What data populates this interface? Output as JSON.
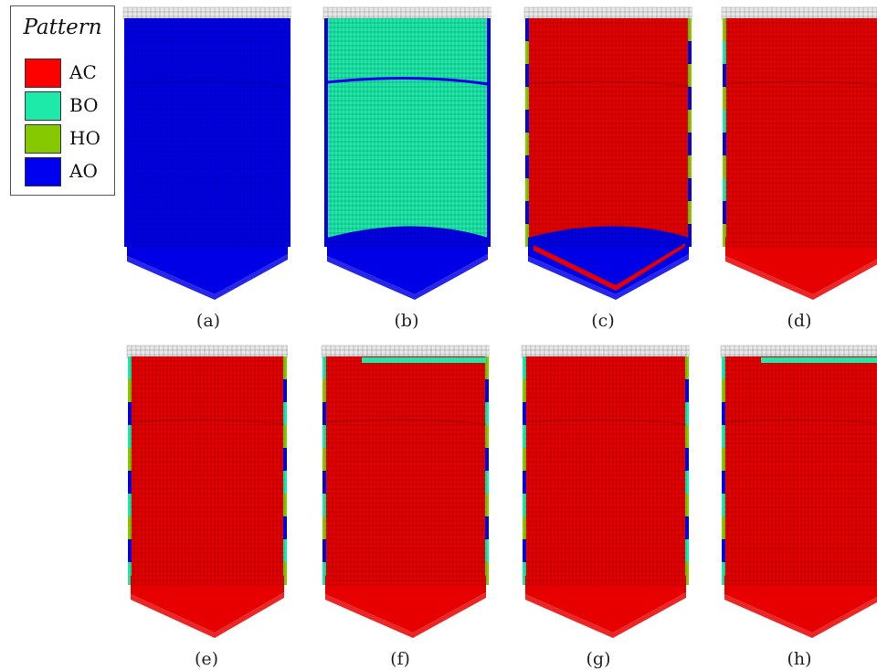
{
  "legend": {
    "title": "Pattern",
    "entries": [
      {
        "label": "AC",
        "color": "#ff0000"
      },
      {
        "label": "BO",
        "color": "#1de9a8"
      },
      {
        "label": "HO",
        "color": "#86c900"
      },
      {
        "label": "AO",
        "color": "#0000f0"
      }
    ]
  },
  "colors": {
    "AC": "#e60000",
    "BO": "#1de9a8",
    "HO": "#86c900",
    "AO": "#0000e6",
    "cap": "#e8e8e8",
    "mesh": "#000000"
  },
  "panels": [
    {
      "caption": "(a)",
      "wall": "AO",
      "base": "AO",
      "edges": [
        "AO"
      ],
      "spots": []
    },
    {
      "caption": "(b)",
      "wall": "BO",
      "base": "AO",
      "edges": [
        "AO"
      ],
      "spots": [
        "band"
      ]
    },
    {
      "caption": "(c)",
      "wall": "AC",
      "base": "AO",
      "edges": [
        "AO",
        "HO"
      ],
      "spots": [
        "base-red"
      ]
    },
    {
      "caption": "(d)",
      "wall": "AC",
      "base": "AC",
      "edges": [
        "HO",
        "BO",
        "AO"
      ],
      "spots": []
    },
    {
      "caption": "(e)",
      "wall": "AC",
      "base": "AC",
      "edges": [
        "BO",
        "HO",
        "AO"
      ],
      "spots": []
    },
    {
      "caption": "(f)",
      "wall": "AC",
      "base": "AC",
      "edges": [
        "BO",
        "HO",
        "AO"
      ],
      "spots": [
        "top-bo"
      ]
    },
    {
      "caption": "(g)",
      "wall": "AC",
      "base": "AC",
      "edges": [
        "BO",
        "HO",
        "AO"
      ],
      "spots": []
    },
    {
      "caption": "(h)",
      "wall": "AC",
      "base": "AC",
      "edges": [
        "BO",
        "HO",
        "AO"
      ],
      "spots": [
        "top-bo"
      ]
    }
  ]
}
